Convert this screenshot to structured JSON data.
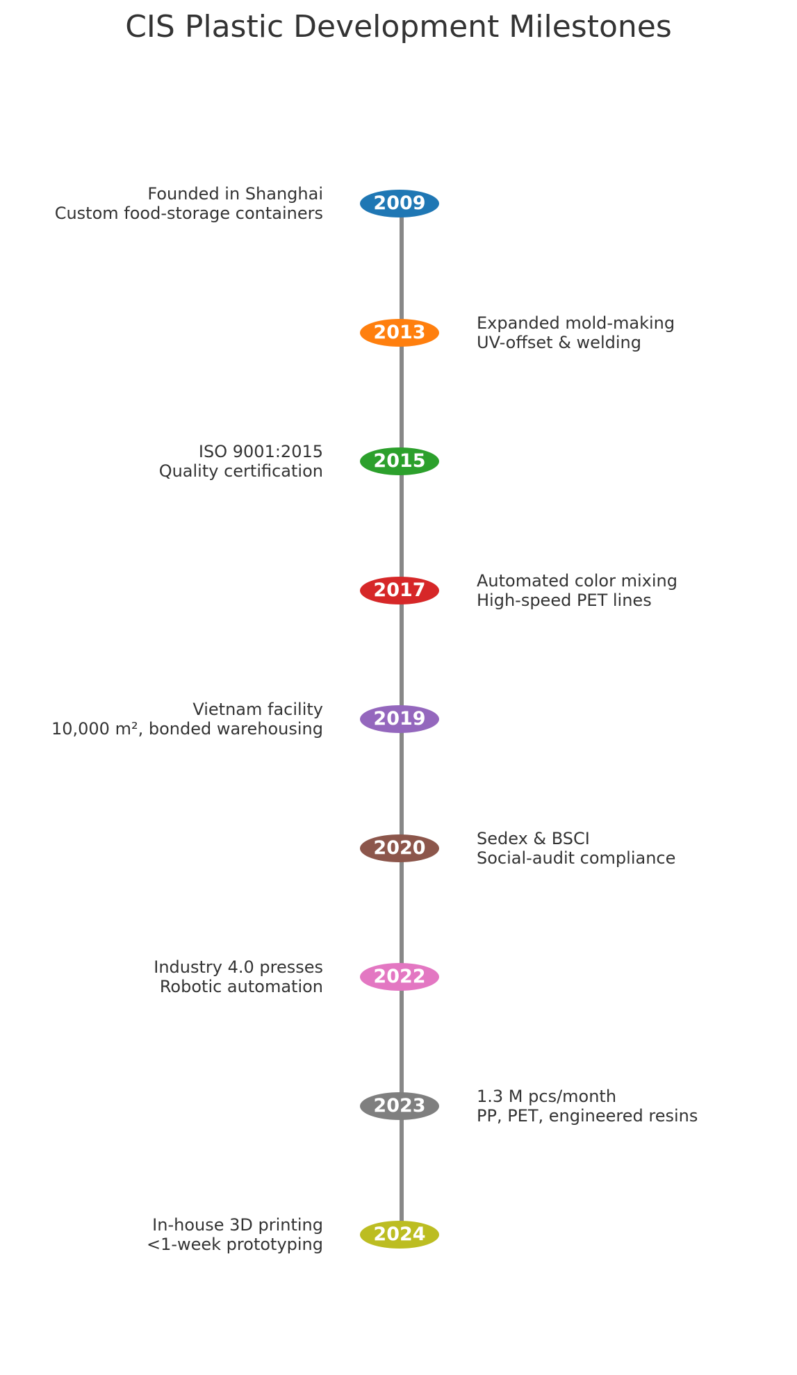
{
  "title": "CIS Plastic Development Milestones",
  "line_color": "#888888",
  "milestones": [
    {
      "year": "2009",
      "color": "#1f77b4",
      "side": "left",
      "line1": "Founded in Shanghai",
      "line2": "Custom food-storage containers"
    },
    {
      "year": "2013",
      "color": "#ff7f0e",
      "side": "right",
      "line1": "Expanded mold-making",
      "line2": "UV-offset & welding"
    },
    {
      "year": "2015",
      "color": "#2ca02c",
      "side": "left",
      "line1": "ISO 9001:2015",
      "line2": "Quality certification"
    },
    {
      "year": "2017",
      "color": "#d62728",
      "side": "right",
      "line1": "Automated color mixing",
      "line2": "High-speed PET lines"
    },
    {
      "year": "2019",
      "color": "#9467bd",
      "side": "left",
      "line1": "Vietnam facility",
      "line2": "10,000 m², bonded warehousing"
    },
    {
      "year": "2020",
      "color": "#8c564b",
      "side": "right",
      "line1": "Sedex & BSCI",
      "line2": "Social-audit compliance"
    },
    {
      "year": "2022",
      "color": "#e377c2",
      "side": "left",
      "line1": "Industry 4.0 presses",
      "line2": "Robotic automation"
    },
    {
      "year": "2023",
      "color": "#7f7f7f",
      "side": "right",
      "line1": "1.3 M pcs/month",
      "line2": "PP, PET, engineered resins"
    },
    {
      "year": "2024",
      "color": "#bcbd22",
      "side": "left",
      "line1": "In-house 3D printing",
      "line2": "<1-week prototyping"
    }
  ]
}
